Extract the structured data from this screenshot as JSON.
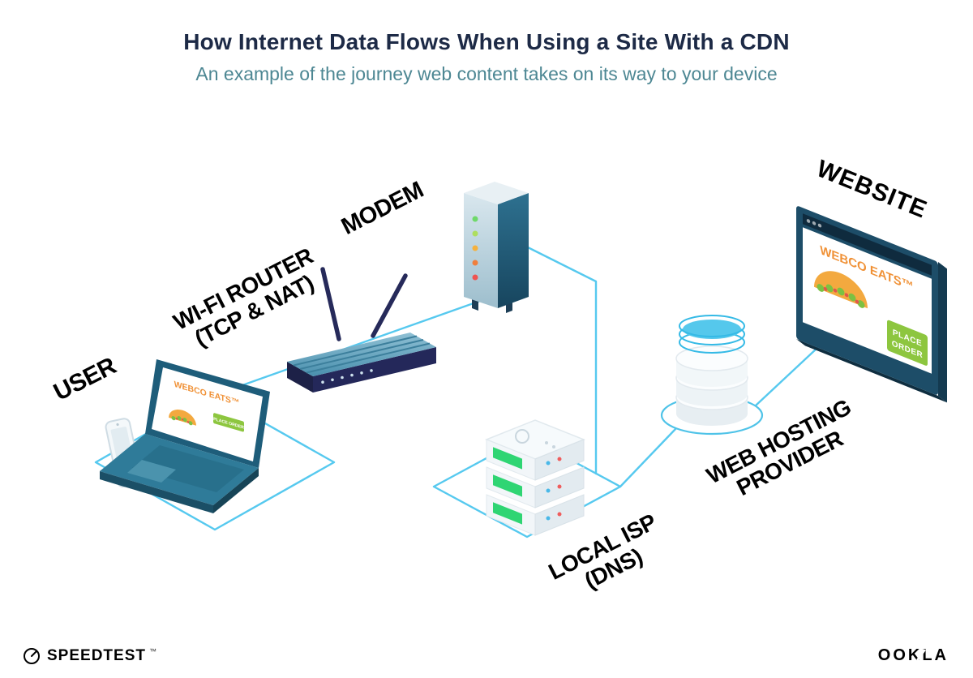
{
  "header": {
    "title": "How Internet Data Flows When Using a Site With a CDN",
    "subtitle": "An example of the journey web content takes on its way to your device"
  },
  "nodes": {
    "user": {
      "label": "USER"
    },
    "router": {
      "label": "WI-FI ROUTER",
      "sublabel": "(TCP & NAT)"
    },
    "modem": {
      "label": "MODEM"
    },
    "isp": {
      "label": "LOCAL ISP",
      "sublabel": "(DNS)"
    },
    "hosting": {
      "label": "WEB HOSTING",
      "sublabel": "PROVIDER"
    },
    "website": {
      "label": "WEBSITE"
    }
  },
  "screens": {
    "site_name": "WEBCO EATS™",
    "order_button": "PLACE ORDER",
    "order_button_line1": "PLACE",
    "order_button_line2": "ORDER"
  },
  "footer": {
    "speedtest": "SPEEDTEST",
    "speedtest_tm": "™",
    "ookla": "OOKLA"
  },
  "colors": {
    "connection_line": "#56c9ef",
    "title": "#1d2a46",
    "subtitle": "#4d8793",
    "label": "#000000",
    "device_teal": "#2f7b99",
    "device_navy": "#24285a",
    "led_green": "#2fd573",
    "brand_orange": "#f09a3a",
    "button_green": "#8dc63f"
  }
}
